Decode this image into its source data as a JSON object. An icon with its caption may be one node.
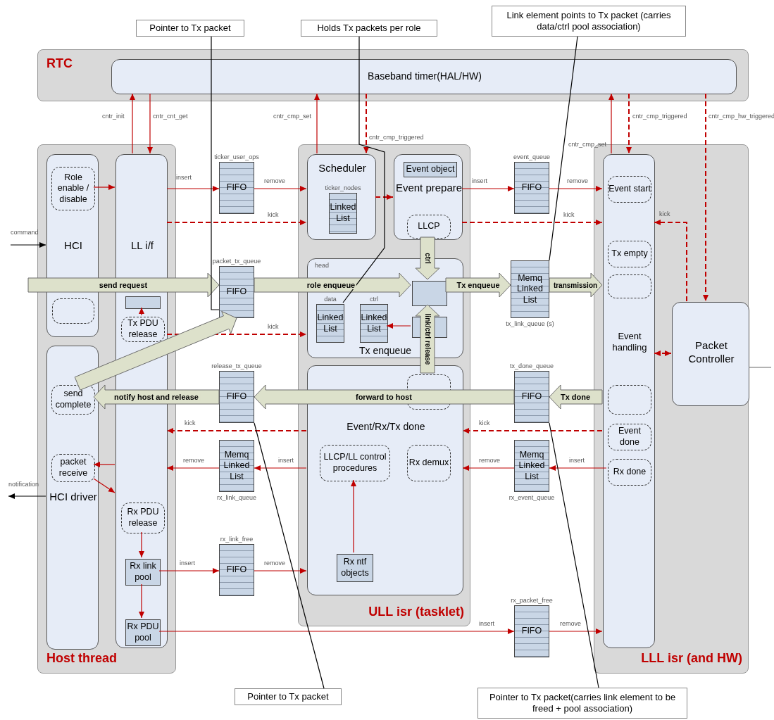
{
  "diagram": {
    "nodes": [
      {
        "text": [
          "RTC"
        ]
      },
      {
        "text": [
          "Baseband timer(HAL/HW)"
        ],
        "in": 0
      },
      {
        "text": [
          "Host thread"
        ]
      },
      {
        "text": [
          "HCI"
        ],
        "in": 2
      },
      {
        "text": [
          "Role enable / disable"
        ],
        "in": 3
      },
      {
        "text": [],
        "shape": "box",
        "in": 3
      },
      {
        "text": [
          "HCI driver"
        ],
        "in": 2
      },
      {
        "text": [
          "send complete"
        ],
        "in": 6
      },
      {
        "text": [
          "packet receive"
        ],
        "in": 6
      },
      {
        "text": [
          "LL i/f"
        ],
        "in": 2
      },
      {
        "text": [],
        "shape": "box",
        "in": 9
      },
      {
        "text": [
          "Tx PDU release"
        ],
        "in": 9
      },
      {
        "text": [
          "Rx PDU release"
        ],
        "in": 9
      },
      {
        "text": [
          "Rx link pool"
        ],
        "in": 9
      },
      {
        "text": [
          "Rx PDU pool"
        ],
        "in": 9
      },
      {
        "text": [
          "FIFO"
        ],
        "beside": [
          "ticker_user_ops"
        ]
      },
      {
        "text": [
          "FIFO"
        ],
        "beside": [
          "packet_tx_queue"
        ]
      },
      {
        "text": [
          "FIFO"
        ],
        "beside": [
          "release_tx_queue"
        ]
      },
      {
        "text": [
          "Memq Linked List"
        ],
        "beside": [
          "rx_link_queue"
        ]
      },
      {
        "text": [
          "FIFO"
        ],
        "beside": [
          "rx_link_free"
        ]
      },
      {
        "text": [
          "ULL isr (tasklet)"
        ]
      },
      {
        "text": [
          "Scheduler"
        ],
        "in": 20
      },
      {
        "text": [
          "Linked List"
        ],
        "in": 21,
        "beside": [
          "ticker_nodes"
        ]
      },
      {
        "text": [
          "Event prepare"
        ],
        "in": 20
      },
      {
        "text": [
          "Event object"
        ],
        "in": 23
      },
      {
        "text": [
          "LLCP"
        ],
        "in": 23
      },
      {
        "text": [
          "Tx enqueue"
        ],
        "in": 20
      },
      {
        "text": [
          "Linked List"
        ],
        "in": 26,
        "beside": [
          "data"
        ]
      },
      {
        "text": [
          "Linked List"
        ],
        "in": 26,
        "beside": [
          "ctrl"
        ]
      },
      {
        "text": [],
        "shape": "box",
        "in": 26
      },
      {
        "text": [],
        "shape": "box",
        "in": 26
      },
      {
        "text": [
          "Event/Rx/Tx done"
        ],
        "in": 20
      },
      {
        "text": [],
        "shape": "box",
        "in": 31
      },
      {
        "text": [
          "LLCP/LL control procedures"
        ],
        "in": 31
      },
      {
        "text": [
          "Rx demux"
        ],
        "in": 31
      },
      {
        "text": [
          "Rx ntf objects"
        ],
        "in": 31
      },
      {
        "text": [
          "FIFO"
        ],
        "beside": [
          "event_queue"
        ]
      },
      {
        "text": [
          "Memq Linked List"
        ],
        "beside": [
          "tx_link_queue (s)"
        ]
      },
      {
        "text": [
          "FIFO"
        ],
        "beside": [
          "tx_done_queue"
        ]
      },
      {
        "text": [
          "Memq Linked List"
        ],
        "beside": [
          "rx_event_queue"
        ]
      },
      {
        "text": [
          "FIFO"
        ],
        "beside": [
          "rx_packet_free"
        ]
      },
      {
        "text": [
          "LLL isr (and HW)"
        ]
      },
      {
        "text": [
          "Event handling"
        ],
        "in": 41
      },
      {
        "text": [
          "Event start"
        ],
        "in": 42
      },
      {
        "text": [
          "Tx empty"
        ],
        "in": 42
      },
      {
        "text": [],
        "shape": "box",
        "in": 42
      },
      {
        "text": [],
        "shape": "box",
        "in": 42
      },
      {
        "text": [
          "Event done"
        ],
        "in": 42
      },
      {
        "text": [
          "Rx done"
        ],
        "in": 42
      },
      {
        "text": [
          "Packet Controller"
        ],
        "in": 41
      },
      {
        "text": [
          "Pointer to Tx packet"
        ]
      },
      {
        "text": [
          "Holds Tx packets per role"
        ]
      },
      {
        "text": [
          "Link element points to Tx packet (carries data/ctrl pool association)"
        ]
      },
      {
        "text": [
          "Pointer to Tx packet"
        ]
      },
      {
        "text": [
          "Pointer to Tx packet(carries link element to be freed + pool association)"
        ]
      }
    ],
    "edges": [
      {
        "from": 9,
        "to": 1,
        "arrow": "to",
        "label": "cntr_init"
      },
      {
        "from": 1,
        "to": 9,
        "arrow": "to",
        "label": "cntr_cnt_get"
      },
      {
        "from": 21,
        "to": 1,
        "arrow": "to",
        "label": "cntr_cmp_set"
      },
      {
        "from": 1,
        "to": 21,
        "arrow": "to",
        "label": "cntr_cmp_triggered",
        "style": "dashed"
      },
      {
        "from": 42,
        "to": 1,
        "arrow": "to",
        "label": "cntr_cmp_set"
      },
      {
        "from": 1,
        "to": 42,
        "arrow": "to",
        "label": "cntr_cmp_triggered",
        "style": "dashed"
      },
      {
        "from": 1,
        "to": 49,
        "arrow": "to",
        "label": "cntr_cmp_hw_triggered",
        "style": "dashed"
      },
      {
        "from": null,
        "to": 3,
        "arrow": "to",
        "label": "command",
        "color": "#000000"
      },
      {
        "from": 6,
        "to": null,
        "arrow": "to",
        "label": "notification",
        "color": "#000000"
      },
      {
        "from": 4,
        "to": 9,
        "arrow": "to"
      },
      {
        "from": 9,
        "to": 15,
        "arrow": "to",
        "label": "insert"
      },
      {
        "from": 15,
        "to": 21,
        "arrow": "to",
        "label": "remove"
      },
      {
        "from": 9,
        "to": 21,
        "arrow": "to",
        "label": "kick",
        "style": "dashed"
      },
      {
        "from": 9,
        "to": 26,
        "arrow": "to",
        "label": "kick",
        "style": "dashed"
      },
      {
        "from": 21,
        "to": 23,
        "arrow": "to",
        "style": "dashed"
      },
      {
        "from": 23,
        "to": 36,
        "arrow": "to",
        "label": "insert"
      },
      {
        "from": 36,
        "to": 42,
        "arrow": "to",
        "label": "remove"
      },
      {
        "from": 23,
        "to": 42,
        "arrow": "to",
        "label": "kick",
        "style": "dashed"
      },
      {
        "from": 49,
        "to": 42,
        "arrow": "to",
        "label": "kick",
        "style": "dashed"
      },
      {
        "from": 42,
        "to": 49,
        "arrow": "both",
        "style": "dashed"
      },
      {
        "from": 11,
        "to": 10,
        "arrow": "to"
      },
      {
        "from": 30,
        "to": 28,
        "arrow": "to"
      },
      {
        "from": 42,
        "to": 31,
        "arrow": "to",
        "label": "kick",
        "style": "dashed"
      },
      {
        "from": 31,
        "to": 9,
        "arrow": "to",
        "label": "kick",
        "style": "dashed"
      },
      {
        "from": 48,
        "to": 39,
        "arrow": "to",
        "label": "insert"
      },
      {
        "from": 39,
        "to": 31,
        "arrow": "to",
        "label": "remove"
      },
      {
        "from": 31,
        "to": 18,
        "arrow": "to",
        "label": "insert"
      },
      {
        "from": 18,
        "to": 9,
        "arrow": "to",
        "label": "remove"
      },
      {
        "from": 9,
        "to": 8,
        "arrow": "to"
      },
      {
        "from": 8,
        "to": 9,
        "arrow": "to"
      },
      {
        "from": 12,
        "to": 13,
        "arrow": "to"
      },
      {
        "from": 13,
        "to": 14,
        "arrow": "to"
      },
      {
        "from": 13,
        "to": 19,
        "arrow": "to",
        "label": "insert"
      },
      {
        "from": 19,
        "to": 31,
        "arrow": "to",
        "label": "remove"
      },
      {
        "from": 35,
        "to": 33,
        "arrow": "to"
      },
      {
        "from": 14,
        "to": 40,
        "arrow": "to",
        "label": "insert"
      },
      {
        "from": 40,
        "to": 42,
        "arrow": "to",
        "label": "remove"
      },
      {
        "from": 49,
        "to": null,
        "arrow": "none",
        "color": "#808080"
      },
      {
        "from": null,
        "to": 16,
        "arrow": "to",
        "label": "send request",
        "style": "thick",
        "color": "#dde1cb"
      },
      {
        "from": 16,
        "to": 29,
        "arrow": "to",
        "label": "role enqueue",
        "style": "thick",
        "color": "#dde1cb"
      },
      {
        "from": 25,
        "to": 29,
        "arrow": "to",
        "label": "ctrl",
        "style": "thick",
        "color": "#dde1cb"
      },
      {
        "from": 29,
        "to": 37,
        "arrow": "to",
        "label": "Tx enqueue",
        "style": "thick",
        "color": "#dde1cb"
      },
      {
        "from": 37,
        "to": 42,
        "arrow": "to",
        "label": "transmission",
        "style": "thick",
        "color": "#dde1cb"
      },
      {
        "from": 42,
        "to": 38,
        "arrow": "to",
        "label": "Tx done",
        "style": "thick",
        "color": "#dde1cb"
      },
      {
        "from": 38,
        "to": 17,
        "arrow": "to",
        "label": "forward to host",
        "style": "thick",
        "color": "#dde1cb"
      },
      {
        "from": 17,
        "to": 7,
        "arrow": "to",
        "label": "notify host and release",
        "style": "thick",
        "color": "#dde1cb"
      },
      {
        "from": 7,
        "to": 16,
        "arrow": "to",
        "style": "thick",
        "color": "#dde1cb"
      },
      {
        "from": 32,
        "to": 29,
        "arrow": "to",
        "label": "link/ctrl release",
        "style": "thick",
        "color": "#dde1cb"
      },
      {
        "from": 50,
        "to": 16,
        "arrow": "none",
        "color": "#000000"
      },
      {
        "from": 51,
        "to": 27,
        "arrow": "none",
        "color": "#000000"
      },
      {
        "from": 52,
        "to": 37,
        "arrow": "none",
        "color": "#000000"
      },
      {
        "from": 53,
        "to": 17,
        "arrow": "none",
        "color": "#000000"
      },
      {
        "from": 54,
        "to": 38,
        "arrow": "none",
        "color": "#000000"
      }
    ],
    "labels": [
      "head"
    ]
  }
}
